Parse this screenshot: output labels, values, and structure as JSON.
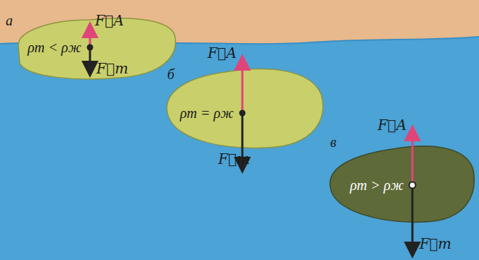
{
  "diagram": {
    "nodes": [
      {
        "text": [
          "а",
          "ρт < ρж"
        ]
      },
      {
        "text": [
          "б",
          "ρт = ρж"
        ]
      },
      {
        "text": [
          "в",
          "ρт > ρж"
        ]
      }
    ],
    "labels": [
      "F⃗А",
      "F⃗т",
      "F⃗А",
      "F⃗т",
      "F⃗А",
      "F⃗т"
    ]
  }
}
